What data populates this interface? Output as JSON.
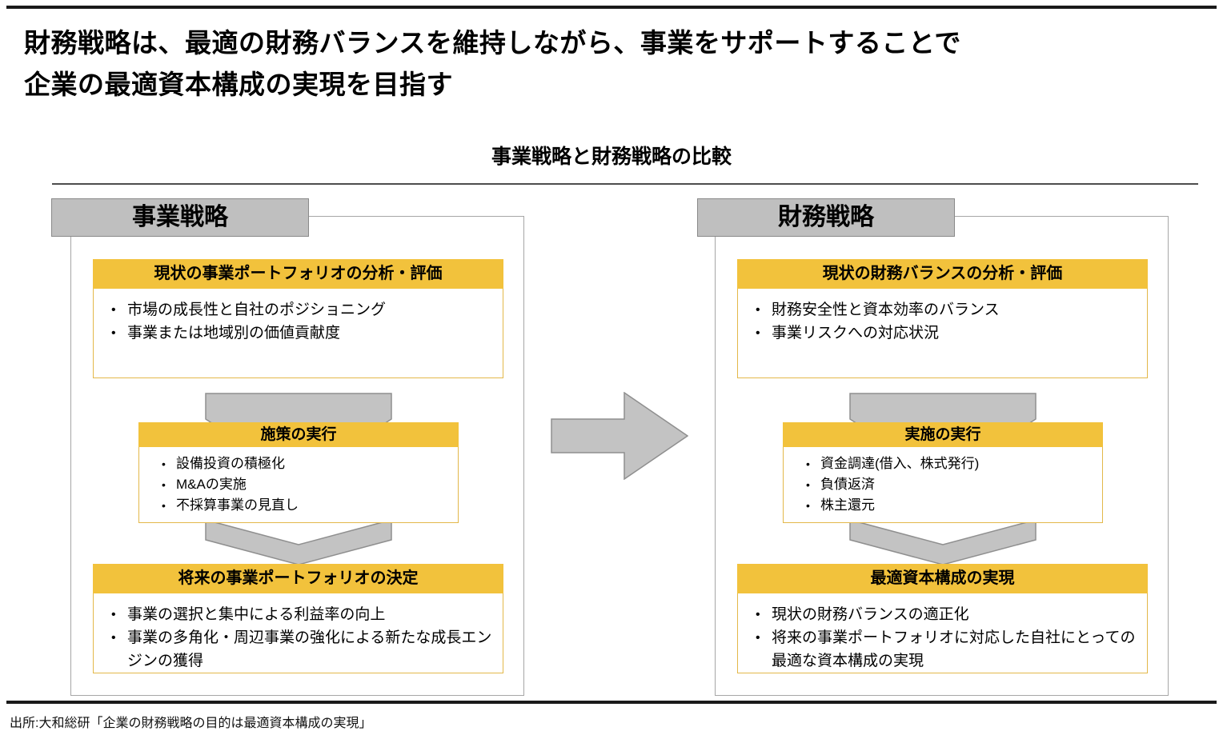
{
  "page": {
    "title_line1": "財務戦略は、最適の財務バランスを維持しながら、事業をサポートすることで",
    "title_line2": "企業の最適資本構成の実現を目指す",
    "diagram_title": "事業戦略と財務戦略の比較",
    "source": "出所:大和総研「企業の財務戦略の目的は最適資本構成の実現」"
  },
  "colors": {
    "accent": "#F2C23C",
    "badgegray": "#BFBFBF",
    "arrowgray": "#C3C3C3",
    "rule": "#1A1A1A"
  },
  "panels": [
    {
      "badge": "事業戦略",
      "steps": [
        {
          "header": "現状の事業ポートフォリオの分析・評価",
          "bullets": [
            "市場の成長性と自社のポジショニング",
            "事業または地域別の価値貢献度"
          ]
        },
        {
          "header": "施策の実行",
          "bullets": [
            "設備投資の積極化",
            "M&Aの実施",
            "不採算事業の見直し"
          ]
        },
        {
          "header": "将来の事業ポートフォリオの決定",
          "bullets": [
            "事業の選択と集中による利益率の向上",
            "事業の多角化・周辺事業の強化による新たな成長エンジンの獲得"
          ]
        }
      ]
    },
    {
      "badge": "財務戦略",
      "steps": [
        {
          "header": "現状の財務バランスの分析・評価",
          "bullets": [
            "財務安全性と資本効率のバランス",
            "事業リスクへの対応状況"
          ]
        },
        {
          "header": "実施の実行",
          "bullets": [
            "資金調達(借入、株式発行)",
            "負債返済",
            "株主還元"
          ]
        },
        {
          "header": "最適資本構成の実現",
          "bullets": [
            "現状の財務バランスの適正化",
            "将来の事業ポートフォリオに対応した自社にとっての最適な資本構成の実現"
          ]
        }
      ]
    }
  ]
}
